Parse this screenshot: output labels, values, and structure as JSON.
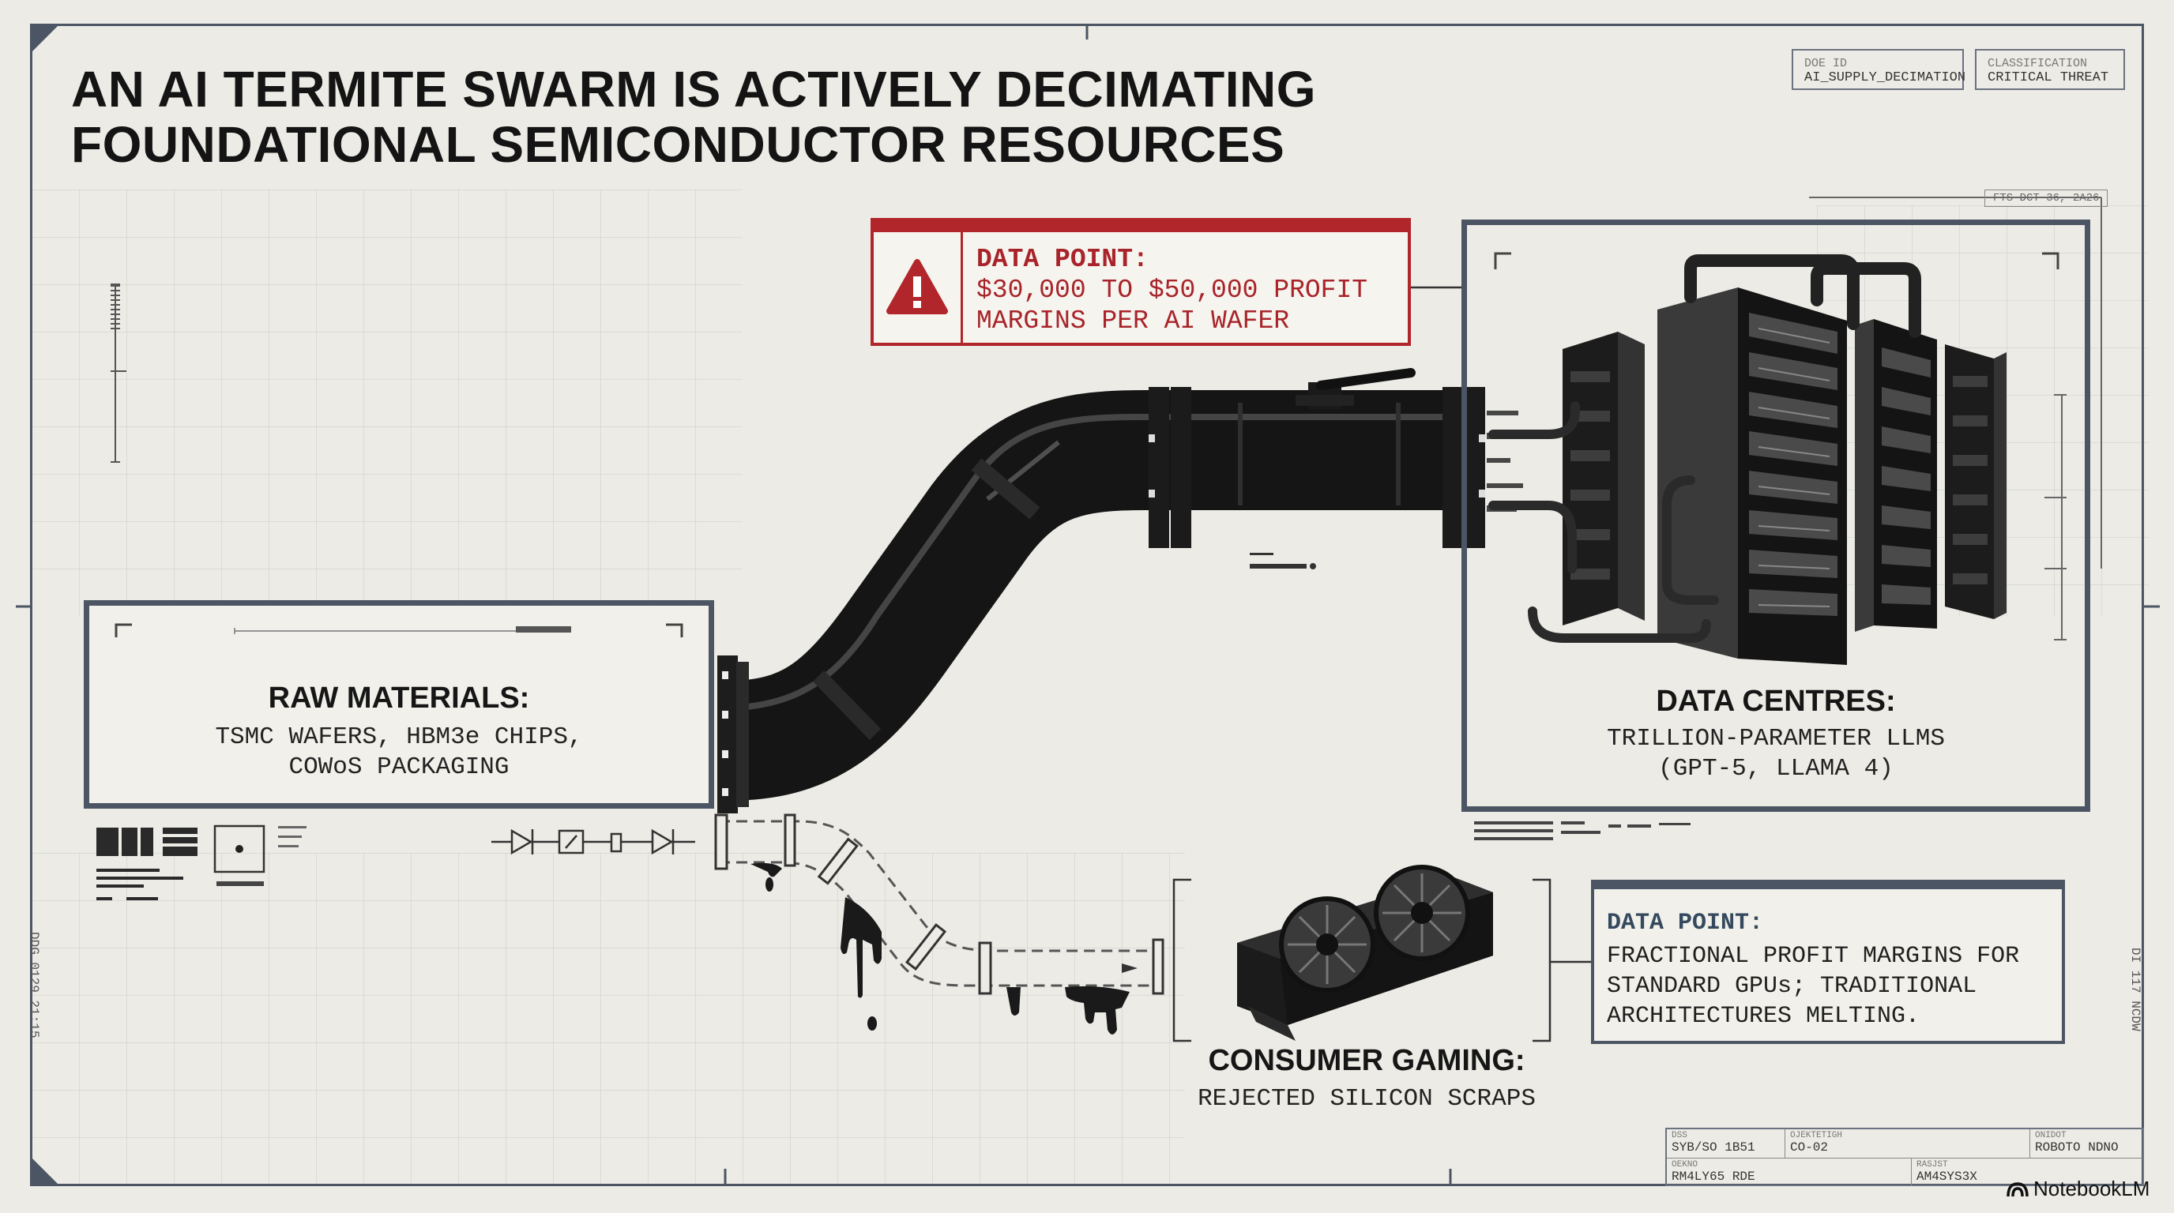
{
  "title": {
    "line1": "AN AI TERMITE SWARM IS ACTIVELY DECIMATING",
    "line2": "FOUNDATIONAL SEMICONDUCTOR RESOURCES"
  },
  "meta": {
    "doc_id_label": "DOE ID",
    "doc_id_value": "AI_SUPPLY_DECIMATION",
    "classification_label": "CLASSIFICATION",
    "classification_value": "CRITICAL THREAT",
    "timestamp": "FTS DCT 36, 2A26"
  },
  "alert_top": {
    "label": "DATA POINT:",
    "text": "$30,000 TO $50,000 PROFIT MARGINS PER AI WAFER"
  },
  "raw_materials": {
    "heading": "RAW MATERIALS:",
    "line1": "TSMC WAFERS, HBM3e CHIPS,",
    "line2": "COWoS PACKAGING"
  },
  "data_centres": {
    "heading": "DATA CENTRES:",
    "line1": "TRILLION-PARAMETER LLMS",
    "line2": "(GPT-5, LLAMA 4)"
  },
  "consumer_gaming": {
    "heading": "CONSUMER GAMING:",
    "sub": "REJECTED SILICON SCRAPS"
  },
  "alert_bottom": {
    "label": "DATA POINT:",
    "text": "FRACTIONAL PROFIT MARGINS FOR STANDARD GPUs; TRADITIONAL ARCHITECTURES MELTING."
  },
  "footer": {
    "c1_label": "DSS",
    "c1_value": "SYB/SO 1B51",
    "c2_label": "OJEKTETIGH",
    "c2_value": "CO-02",
    "c3_label": "ONIDOT",
    "c3_value": "ROBOTO NDNO",
    "c4_label": "OEKNO",
    "c4_value": "RM4LY65 RDE",
    "c5_label": "RASJST",
    "c5_value": "AM4SYS3X"
  },
  "side": {
    "left": "DDG 0129 21:15",
    "right": "DI 117 NCDW"
  },
  "brand": "NotebookLM",
  "colors": {
    "background": "#ecebe5",
    "frame": "#4b5563",
    "alert_red": "#b1262b",
    "ink": "#161616"
  }
}
